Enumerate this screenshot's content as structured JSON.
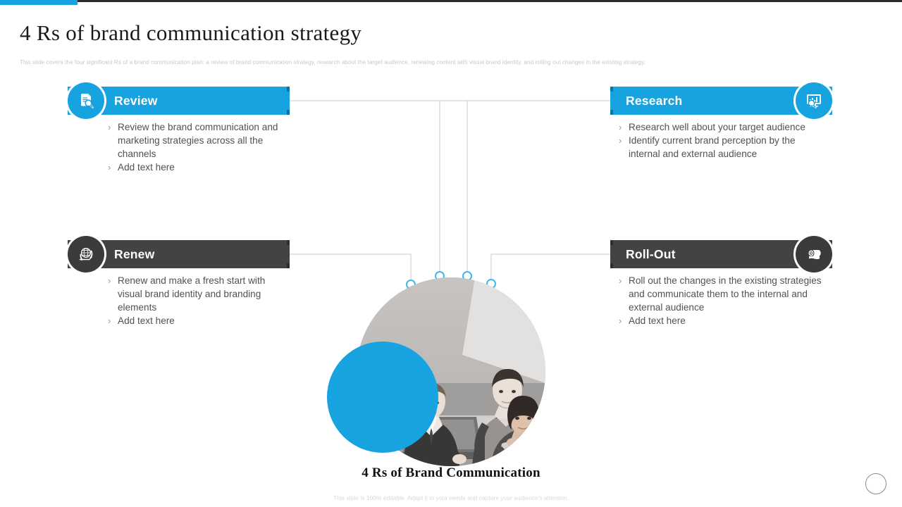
{
  "header": {
    "title": "4 Rs of brand communication  strategy",
    "subtitle": "This slide covers the four significant Rs of a brand communication  plan:  a review of brand communication strategy, research about the target audience, renewing content with visual brand identity, and rolling out changes in the existing strategy."
  },
  "colors": {
    "accent_blue": "#16A3E0",
    "dark_gray": "#434343",
    "badge_dark": "#3b3b3b",
    "body_text": "#515151",
    "muted_text": "#d9d9d9"
  },
  "cards": [
    {
      "id": "review",
      "title": "Review",
      "style": "blue",
      "icon": "document-search-icon",
      "side": "left",
      "bullets": [
        "Review the brand communication  and marketing strategies across all the channels",
        "Add text here"
      ]
    },
    {
      "id": "research",
      "title": "Research",
      "style": "blue",
      "icon": "monitor-search-icon",
      "side": "right",
      "bullets": [
        "Research well about your target audience",
        "Identify  current brand perception by the internal  and external audience"
      ]
    },
    {
      "id": "renew",
      "title": "Renew",
      "style": "dark",
      "icon": "refresh-globe-icon",
      "side": "left",
      "bullets": [
        "Renew and make a fresh start with visual brand identity and branding elements",
        "Add text here"
      ]
    },
    {
      "id": "rollout",
      "title": "Roll-Out",
      "style": "dark",
      "icon": "paper-roll-icon",
      "side": "right",
      "bullets": [
        "Roll out the changes in the existing strategies and communicate them to the internal  and external audience",
        "Add text here"
      ]
    }
  ],
  "center": {
    "caption": "4 Rs of Brand Communication",
    "photo_alt": "business-team-meeting-photo",
    "node_count": 4
  },
  "footer": {
    "note": "This slide is 100% editable. Adapt it to your needs and capture your audience's attention."
  }
}
